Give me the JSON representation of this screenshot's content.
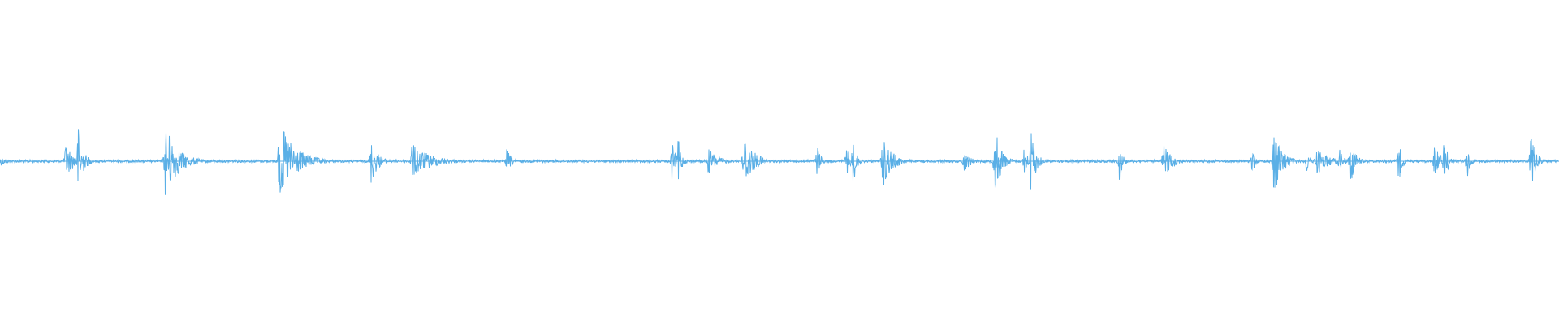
{
  "waveform": {
    "color": "#5aafe6",
    "background": "#ffffff",
    "baseline_amplitude": 0.004,
    "bursts": [
      {
        "t": 0.0,
        "amp": 0.015,
        "width": 0.006
      },
      {
        "t": 0.042,
        "amp": 0.055,
        "width": 0.006
      },
      {
        "t": 0.05,
        "amp": 0.115,
        "width": 0.003
      },
      {
        "t": 0.106,
        "amp": 0.115,
        "width": 0.008
      },
      {
        "t": 0.179,
        "amp": 0.125,
        "width": 0.01
      },
      {
        "t": 0.238,
        "amp": 0.075,
        "width": 0.004
      },
      {
        "t": 0.264,
        "amp": 0.055,
        "width": 0.012
      },
      {
        "t": 0.325,
        "amp": 0.04,
        "width": 0.003
      },
      {
        "t": 0.431,
        "amp": 0.065,
        "width": 0.002
      },
      {
        "t": 0.435,
        "amp": 0.08,
        "width": 0.002
      },
      {
        "t": 0.454,
        "amp": 0.045,
        "width": 0.006
      },
      {
        "t": 0.477,
        "amp": 0.09,
        "width": 0.006
      },
      {
        "t": 0.524,
        "amp": 0.065,
        "width": 0.002
      },
      {
        "t": 0.543,
        "amp": 0.055,
        "width": 0.002
      },
      {
        "t": 0.547,
        "amp": 0.09,
        "width": 0.002
      },
      {
        "t": 0.566,
        "amp": 0.085,
        "width": 0.006
      },
      {
        "t": 0.618,
        "amp": 0.04,
        "width": 0.004
      },
      {
        "t": 0.638,
        "amp": 0.115,
        "width": 0.004
      },
      {
        "t": 0.657,
        "amp": 0.055,
        "width": 0.002
      },
      {
        "t": 0.661,
        "amp": 0.115,
        "width": 0.003
      },
      {
        "t": 0.718,
        "amp": 0.065,
        "width": 0.002
      },
      {
        "t": 0.746,
        "amp": 0.055,
        "width": 0.006
      },
      {
        "t": 0.803,
        "amp": 0.045,
        "width": 0.002
      },
      {
        "t": 0.817,
        "amp": 0.12,
        "width": 0.005
      },
      {
        "t": 0.838,
        "amp": 0.045,
        "width": 0.002
      },
      {
        "t": 0.844,
        "amp": 0.045,
        "width": 0.008
      },
      {
        "t": 0.859,
        "amp": 0.04,
        "width": 0.003
      },
      {
        "t": 0.866,
        "amp": 0.085,
        "width": 0.003
      },
      {
        "t": 0.897,
        "amp": 0.075,
        "width": 0.002
      },
      {
        "t": 0.92,
        "amp": 0.055,
        "width": 0.004
      },
      {
        "t": 0.926,
        "amp": 0.065,
        "width": 0.003
      },
      {
        "t": 0.941,
        "amp": 0.075,
        "width": 0.002
      },
      {
        "t": 0.982,
        "amp": 0.11,
        "width": 0.003
      }
    ]
  }
}
